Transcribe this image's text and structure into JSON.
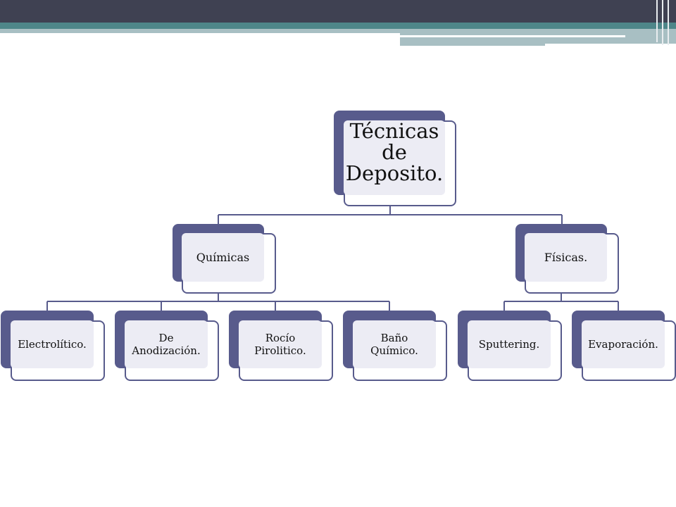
{
  "diagram": {
    "root": {
      "label": "Técnicas de Deposito."
    },
    "categories": [
      {
        "label": "Químicas",
        "children": [
          {
            "label": "Electrolítico."
          },
          {
            "label": "De Anodización."
          },
          {
            "label": "Rocío Pirolitico."
          },
          {
            "label": "Baño Químico."
          }
        ]
      },
      {
        "label": "Físicas.",
        "children": [
          {
            "label": "Sputtering."
          },
          {
            "label": "Evaporación."
          }
        ]
      }
    ]
  },
  "colors": {
    "node_border": "#585b8c",
    "node_fill": "#ececf4",
    "header_dark": "#3f4152",
    "header_teal": "#4e8689",
    "header_light": "#a8bfc3"
  }
}
